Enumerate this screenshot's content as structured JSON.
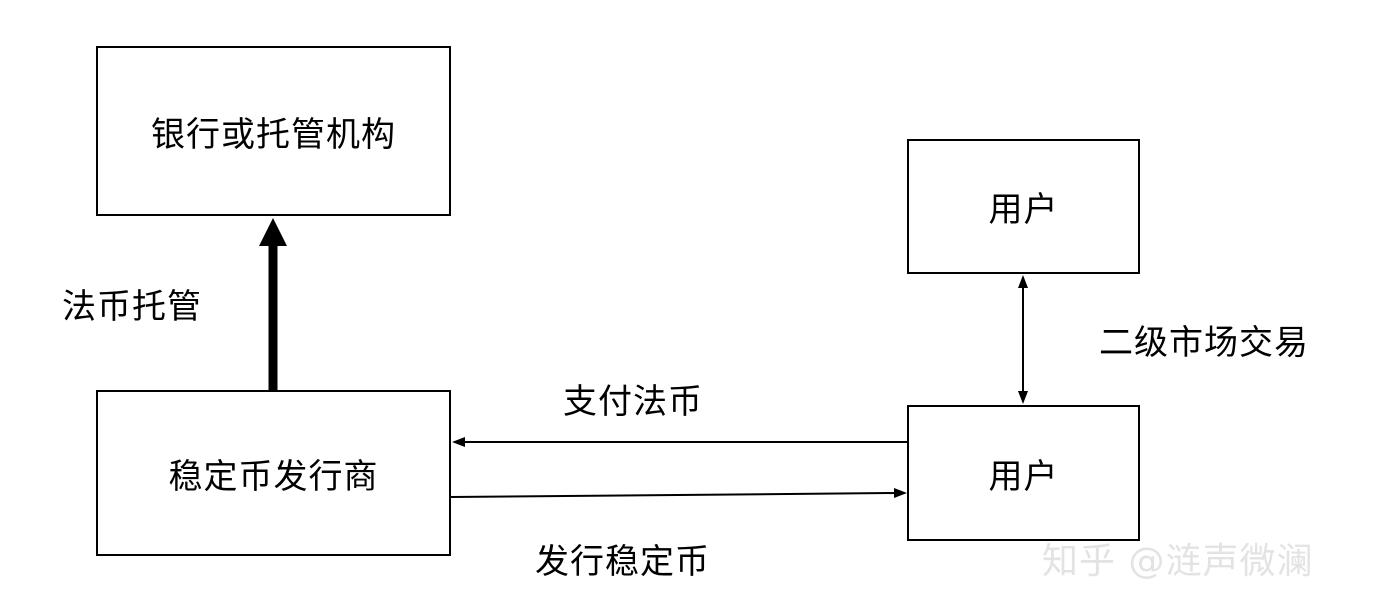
{
  "nodes": {
    "bank": "银行或托管机构",
    "issuer": "稳定币发行商",
    "user_top": "用户",
    "user_bottom": "用户"
  },
  "edges": {
    "custody": "法币托管",
    "secondary_trade": "二级市场交易",
    "pay_fiat": "支付法币",
    "issue_stablecoin": "发行稳定币"
  },
  "watermark": "知乎 @涟声微澜"
}
